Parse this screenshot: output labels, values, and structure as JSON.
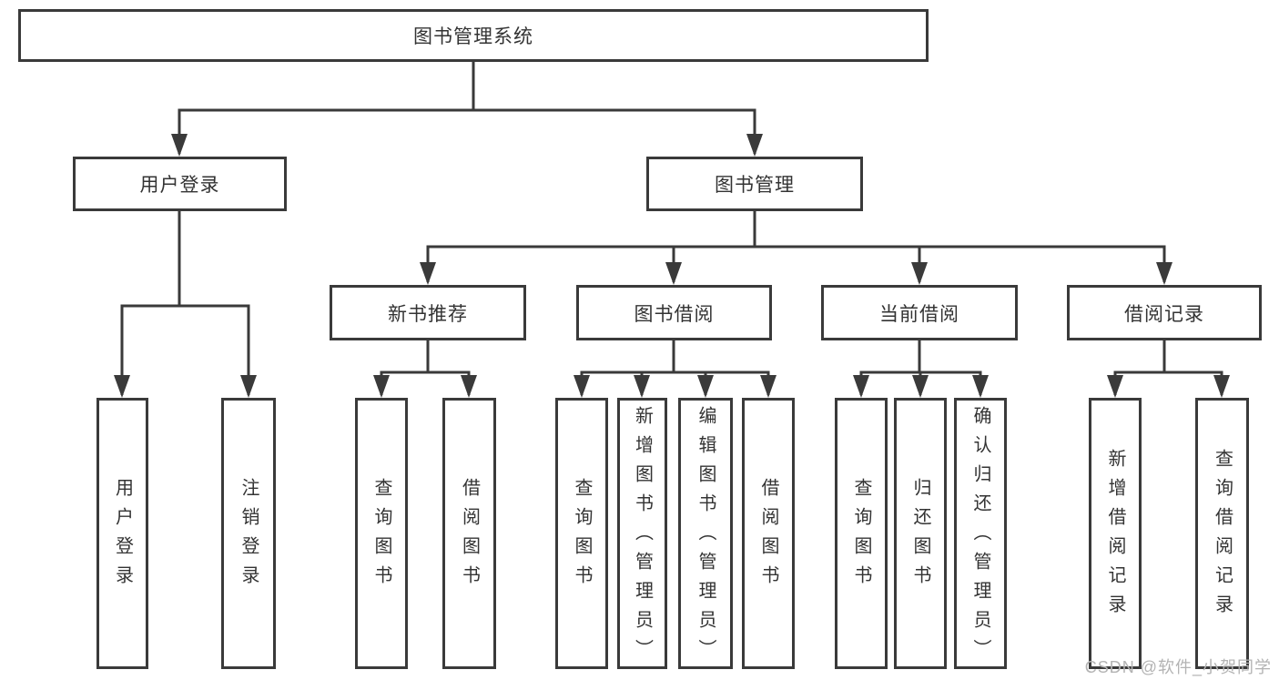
{
  "diagram": {
    "title": "图书管理系统",
    "type": "hierarchy-tree",
    "colors": {
      "line": "#3a3a3a",
      "box_border": "#3a3a3a",
      "box_background": "#ffffff",
      "text": "#333333",
      "watermark_text_color": "#b3b3b3"
    },
    "nodes": {
      "root": "图书管理系统",
      "user_login": "用户登录",
      "book_management": "图书管理",
      "new_book_recommend": "新书推荐",
      "book_borrow": "图书借阅",
      "current_borrow": "当前借阅",
      "borrow_record": "借阅记录",
      "leaf_user_login": "用户登录",
      "leaf_logout": "注销登录",
      "leaf_nb_query_books": "查询图书",
      "leaf_nb_borrow_books": "借阅图书",
      "leaf_bb_query_books": "查询图书",
      "leaf_bb_add_books": "新增图书（管理员）",
      "leaf_bb_edit_books": "编辑图书（管理员）",
      "leaf_bb_borrow_books": "借阅图书",
      "leaf_cb_query_books": "查询图书",
      "leaf_cb_return_books": "归还图书",
      "leaf_cb_confirm_return": "确认归还（管理员）",
      "leaf_br_add_record": "新增借阅记录",
      "leaf_br_query_record": "查询借阅记录"
    },
    "hierarchy": {
      "图书管理系统": {
        "用户登录": [
          "用户登录",
          "注销登录"
        ],
        "图书管理": {
          "新书推荐": [
            "查询图书",
            "借阅图书"
          ],
          "图书借阅": [
            "查询图书",
            "新增图书（管理员）",
            "编辑图书（管理员）",
            "借阅图书"
          ],
          "当前借阅": [
            "查询图书",
            "归还图书",
            "确认归还（管理员）"
          ],
          "借阅记录": [
            "新增借阅记录",
            "查询借阅记录"
          ]
        }
      }
    },
    "watermark": "CSDN @软件_小贺同学"
  }
}
